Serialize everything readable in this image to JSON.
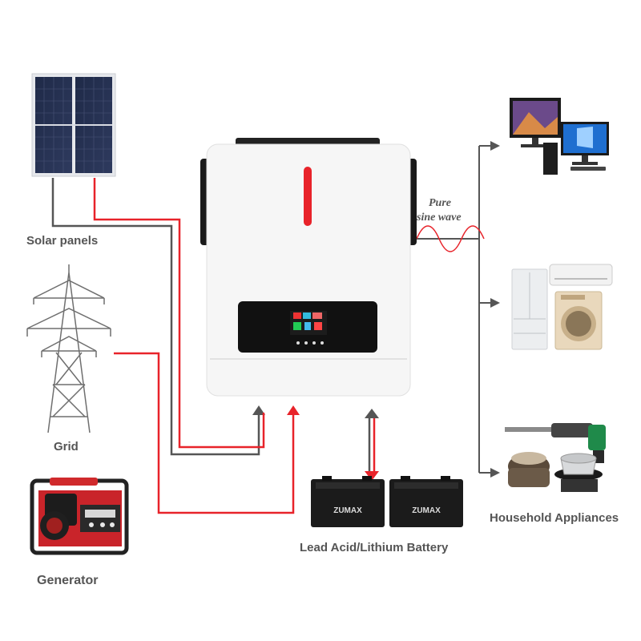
{
  "labels": {
    "solar_panels": "Solar panels",
    "grid": "Grid",
    "generator": "Generator",
    "battery": "Lead Acid/Lithium Battery",
    "household": "Household Appliances",
    "pure": "Pure",
    "sine_wave": "sine wave"
  },
  "battery_brand": "ZUMAX",
  "colors": {
    "ac_line": "#e8232a",
    "dc_line": "#555555",
    "inverter_body": "#f6f6f6",
    "display_bg": "#111111"
  },
  "icons": {
    "solar": "solar-panel-icon",
    "grid": "transmission-tower-icon",
    "generator": "generator-icon",
    "battery": "battery-icon",
    "computers": "computer-icon",
    "home_appliances": "refrigerator-washer-icon",
    "tools": "power-tool-cooker-icon"
  }
}
